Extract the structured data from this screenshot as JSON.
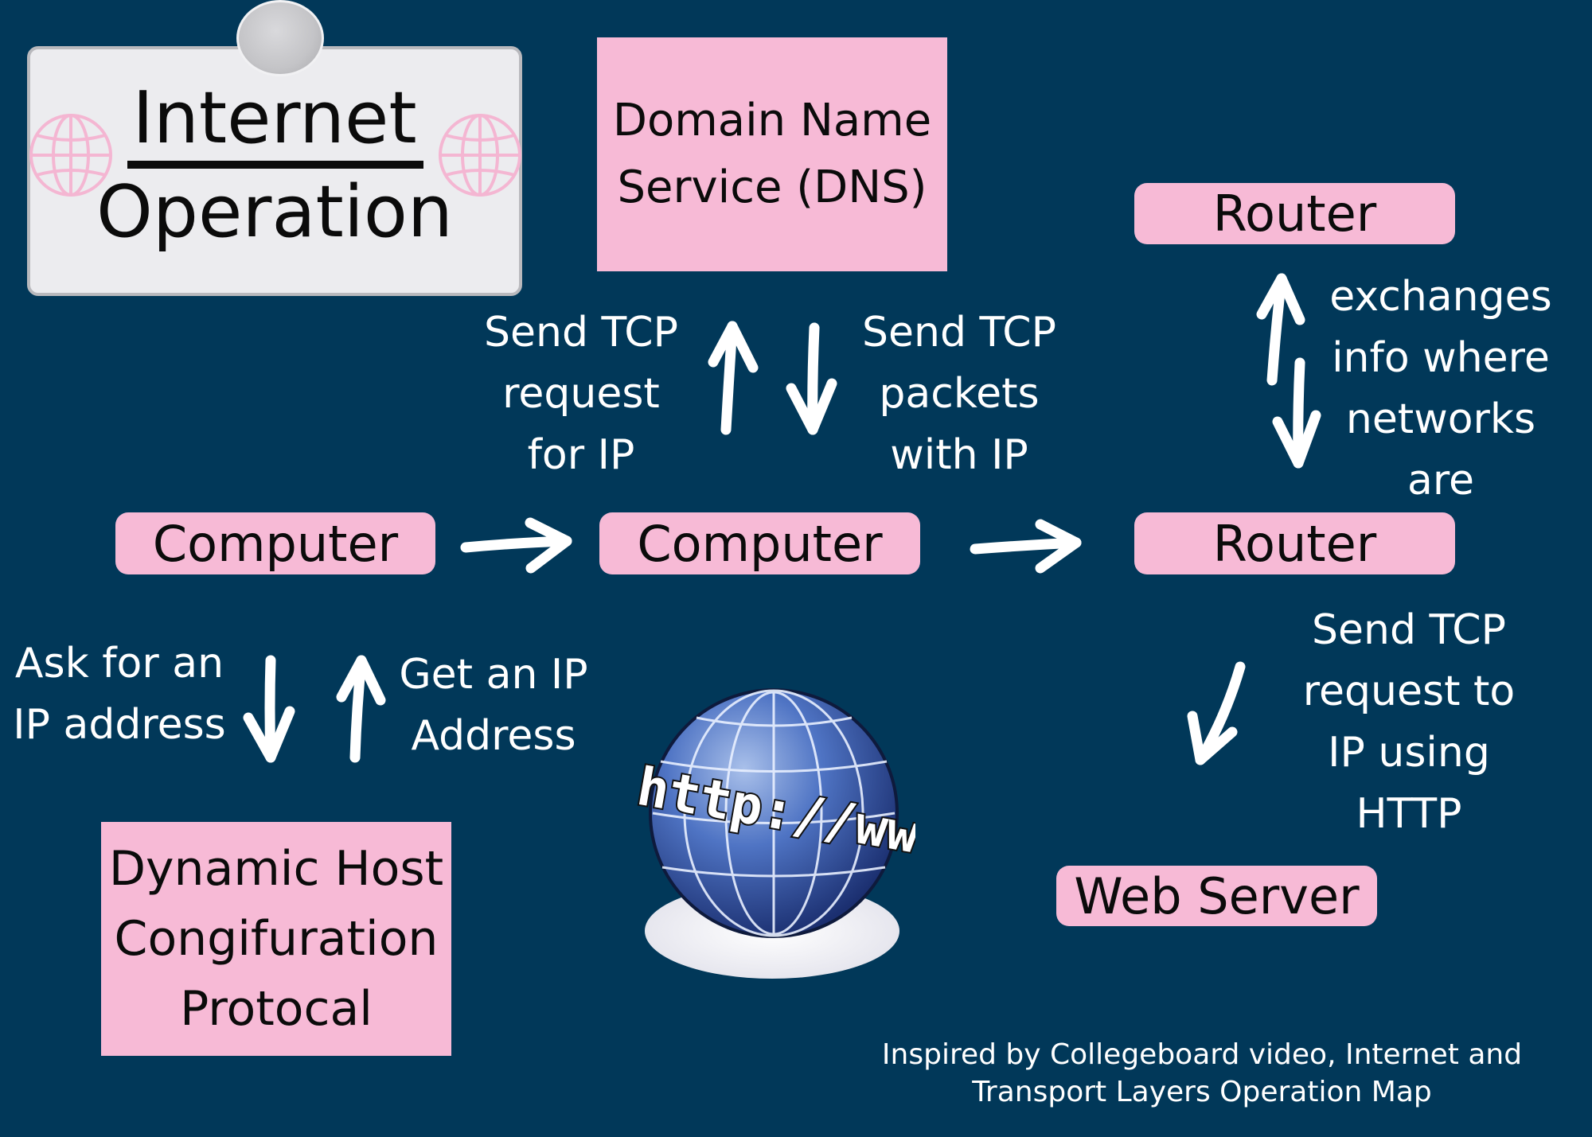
{
  "title": {
    "line1": "Internet",
    "line2": "Operation"
  },
  "dns": {
    "line1": "Domain Name",
    "line2": "Service (DNS)"
  },
  "router_top": {
    "label": "Router"
  },
  "router_mid": {
    "label": "Router"
  },
  "computer_left": {
    "label": "Computer"
  },
  "computer_mid": {
    "label": "Computer"
  },
  "web_server": {
    "label": "Web Server"
  },
  "dhcp": {
    "line1": "Dynamic Host",
    "line2": "Congifuration",
    "line3": "Protocal"
  },
  "edge_labels": {
    "send_tcp_request": [
      "Send TCP",
      "request",
      "for IP"
    ],
    "send_tcp_packets": [
      "Send TCP",
      "packets",
      "with IP"
    ],
    "exchanges": [
      "exchanges",
      "info where",
      "networks",
      "are"
    ],
    "ask_ip": [
      "Ask for an",
      "IP address"
    ],
    "get_ip": [
      "Get an IP",
      "Address"
    ],
    "send_http": [
      "Send TCP",
      "request to",
      "IP using",
      "HTTP"
    ]
  },
  "globe": {
    "text": "http://www"
  },
  "footer": {
    "line1": "Inspired by Collegeboard video, Internet and",
    "line2": "Transport Layers Operation Map"
  },
  "colors": {
    "background": "#013859",
    "node_fill": "#f7bad6",
    "text_light": "#ffffff",
    "title_card": "#ececef"
  }
}
